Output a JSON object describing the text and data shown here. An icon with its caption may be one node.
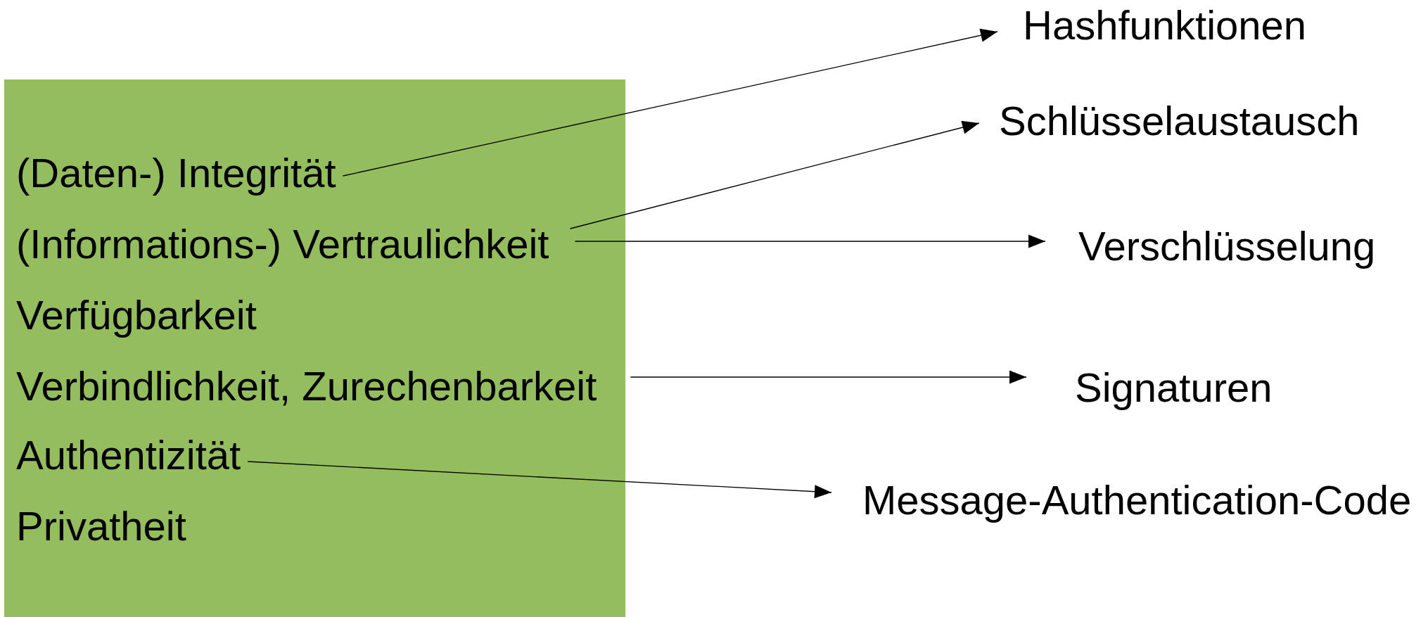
{
  "diagram": {
    "nodes": [
      {
        "text": [],
        "shape": "box"
      },
      {
        "text": [
          "(Daten-) Integrität"
        ],
        "in": 0
      },
      {
        "text": [
          "(Informations-) Vertraulichkeit"
        ],
        "in": 0
      },
      {
        "text": [
          "Verfügbarkeit"
        ],
        "in": 0
      },
      {
        "text": [
          "Verbindlichkeit, Zurechenbarkeit"
        ],
        "in": 0
      },
      {
        "text": [
          "Authentizität"
        ],
        "in": 0
      },
      {
        "text": [
          "Privatheit"
        ],
        "in": 0
      },
      {
        "text": [
          "Hashfunktionen"
        ]
      },
      {
        "text": [
          "Schlüsselaustausch"
        ]
      },
      {
        "text": [
          "Verschlüsselung"
        ]
      },
      {
        "text": [
          "Signaturen"
        ]
      },
      {
        "text": [
          "Message-Authentication-Code"
        ]
      }
    ],
    "edges": [
      {
        "from": 1,
        "to": 7,
        "arrow": "to"
      },
      {
        "from": 2,
        "to": 8,
        "arrow": "to"
      },
      {
        "from": 2,
        "to": 9,
        "arrow": "to"
      },
      {
        "from": 4,
        "to": 10,
        "arrow": "to"
      },
      {
        "from": 5,
        "to": 11,
        "arrow": "to"
      }
    ]
  }
}
